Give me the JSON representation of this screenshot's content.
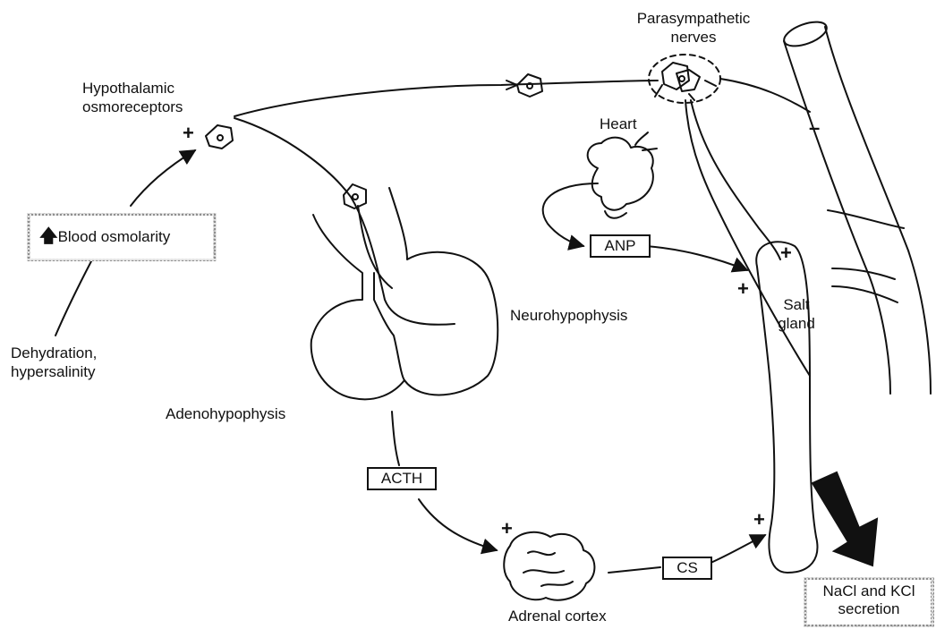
{
  "labels": {
    "parasympathetic": "Parasympathetic\nnerves",
    "hypothalamic": "Hypothalamic\nosmoreceptors",
    "heart": "Heart",
    "anp": "ANP",
    "blood_osmolarity": "Blood osmolarity",
    "salt_gland": "Salt\ngland",
    "neurohypophysis": "Neurohypophysis",
    "dehydration": "Dehydration,\nhypersalinity",
    "adenohypophysis": "Adenohypophysis",
    "acth": "ACTH",
    "cs": "CS",
    "adrenal_cortex": "Adrenal cortex",
    "secretion": "NaCl and KCl\nsecretion"
  },
  "signs": {
    "plus": "+",
    "minus": "–"
  },
  "colors": {
    "ink": "#111111",
    "paper": "#ffffff"
  }
}
